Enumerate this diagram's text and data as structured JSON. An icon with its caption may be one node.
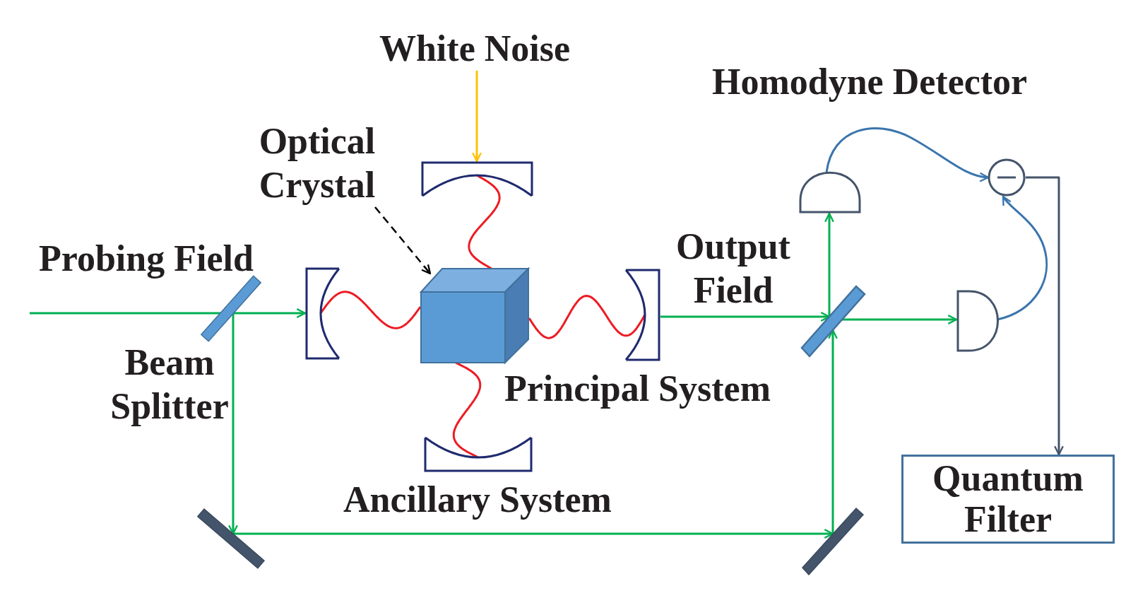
{
  "diagram": {
    "nodes": [
      {
        "text": [
          "White Noise"
        ]
      },
      {
        "text": [
          "Optical Crystal"
        ]
      },
      {
        "text": [],
        "shape": "mirror"
      },
      {
        "text": [],
        "shape": "semicircle"
      },
      {
        "text": [],
        "shape": "circle"
      },
      {
        "text": [],
        "shape": "bar",
        "beside": [
          "Beam Splitter"
        ]
      },
      {
        "text": [],
        "shape": "mirror"
      },
      {
        "text": [],
        "shape": "cube"
      },
      {
        "text": [],
        "shape": "mirror"
      },
      {
        "text": [],
        "shape": "bar"
      },
      {
        "text": [],
        "shape": "semicircle"
      },
      {
        "text": [],
        "shape": "mirror"
      },
      {
        "text": [
          "Quantum Filter"
        ]
      },
      {
        "text": [],
        "shape": "bar"
      },
      {
        "text": [],
        "shape": "bar"
      }
    ],
    "edges": [
      {
        "from": 0,
        "to": 2,
        "arrow": "to",
        "color": "#ffc000"
      },
      {
        "from": 1,
        "to": 7,
        "arrow": "to",
        "style": "dashed",
        "color": "#000000"
      },
      {
        "from": null,
        "to": 5,
        "arrow": "none",
        "label": "Probing Field"
      },
      {
        "from": 5,
        "to": 6,
        "arrow": "to"
      },
      {
        "from": 5,
        "to": 13,
        "arrow": "to"
      },
      {
        "from": 6,
        "to": 7,
        "arrow": "none",
        "color": "#ed1c24"
      },
      {
        "from": 7,
        "to": 8,
        "arrow": "none",
        "color": "#ed1c24"
      },
      {
        "from": 2,
        "to": 7,
        "arrow": "none",
        "color": "#ed1c24"
      },
      {
        "from": 7,
        "to": 11,
        "arrow": "none",
        "color": "#ed1c24"
      },
      {
        "from": 8,
        "to": 9,
        "arrow": "to",
        "label": "Output Field"
      },
      {
        "from": 13,
        "to": 14,
        "arrow": "to"
      },
      {
        "from": 14,
        "to": 9,
        "arrow": "to"
      },
      {
        "from": 9,
        "to": 3,
        "arrow": "to"
      },
      {
        "from": 9,
        "to": 10,
        "arrow": "to"
      },
      {
        "from": 3,
        "to": 4,
        "arrow": "to",
        "color": "#3a75ad"
      },
      {
        "from": 10,
        "to": 4,
        "arrow": "to",
        "color": "#3a75ad"
      },
      {
        "from": 4,
        "to": 12,
        "arrow": "to",
        "color": "#44546a"
      }
    ],
    "labels": [
      "Homodyne Detector",
      "Principal System",
      "Ancillary System"
    ]
  }
}
